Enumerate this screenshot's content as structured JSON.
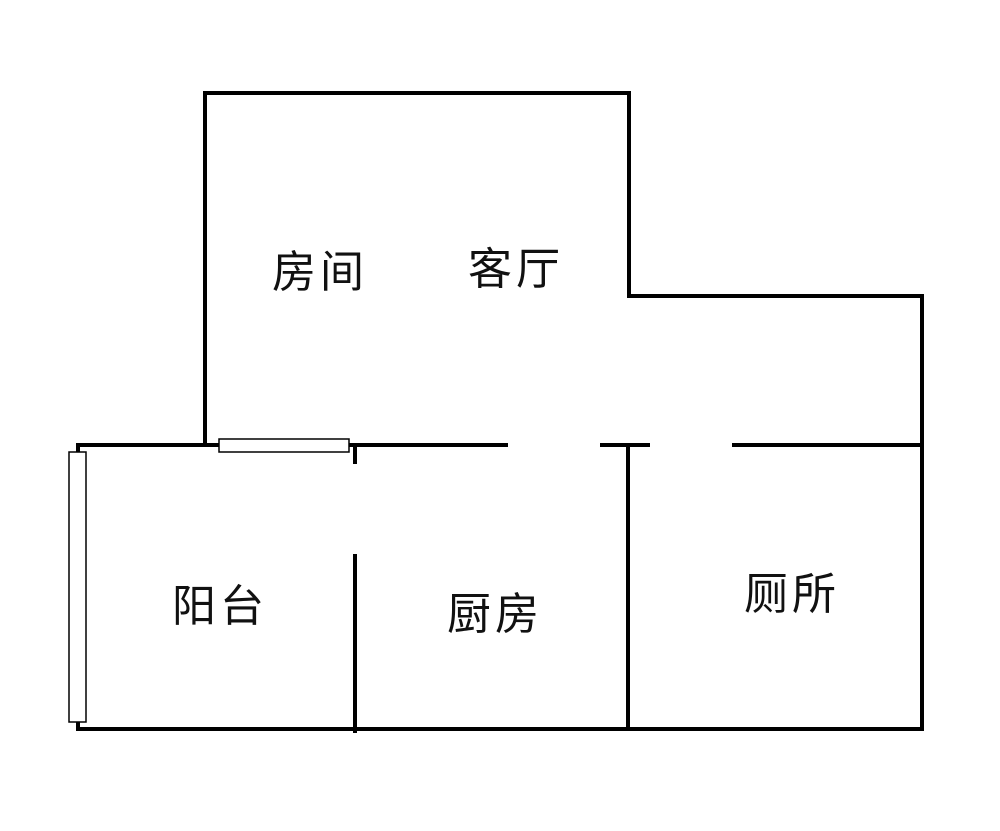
{
  "floorplan": {
    "rooms": [
      {
        "id": "bedroom",
        "label": "房间"
      },
      {
        "id": "living-room",
        "label": "客厅"
      },
      {
        "id": "balcony",
        "label": "阳台"
      },
      {
        "id": "kitchen",
        "label": "厨房"
      },
      {
        "id": "toilet",
        "label": "厕所"
      }
    ],
    "wall_color": "#000000",
    "background": "#ffffff"
  }
}
